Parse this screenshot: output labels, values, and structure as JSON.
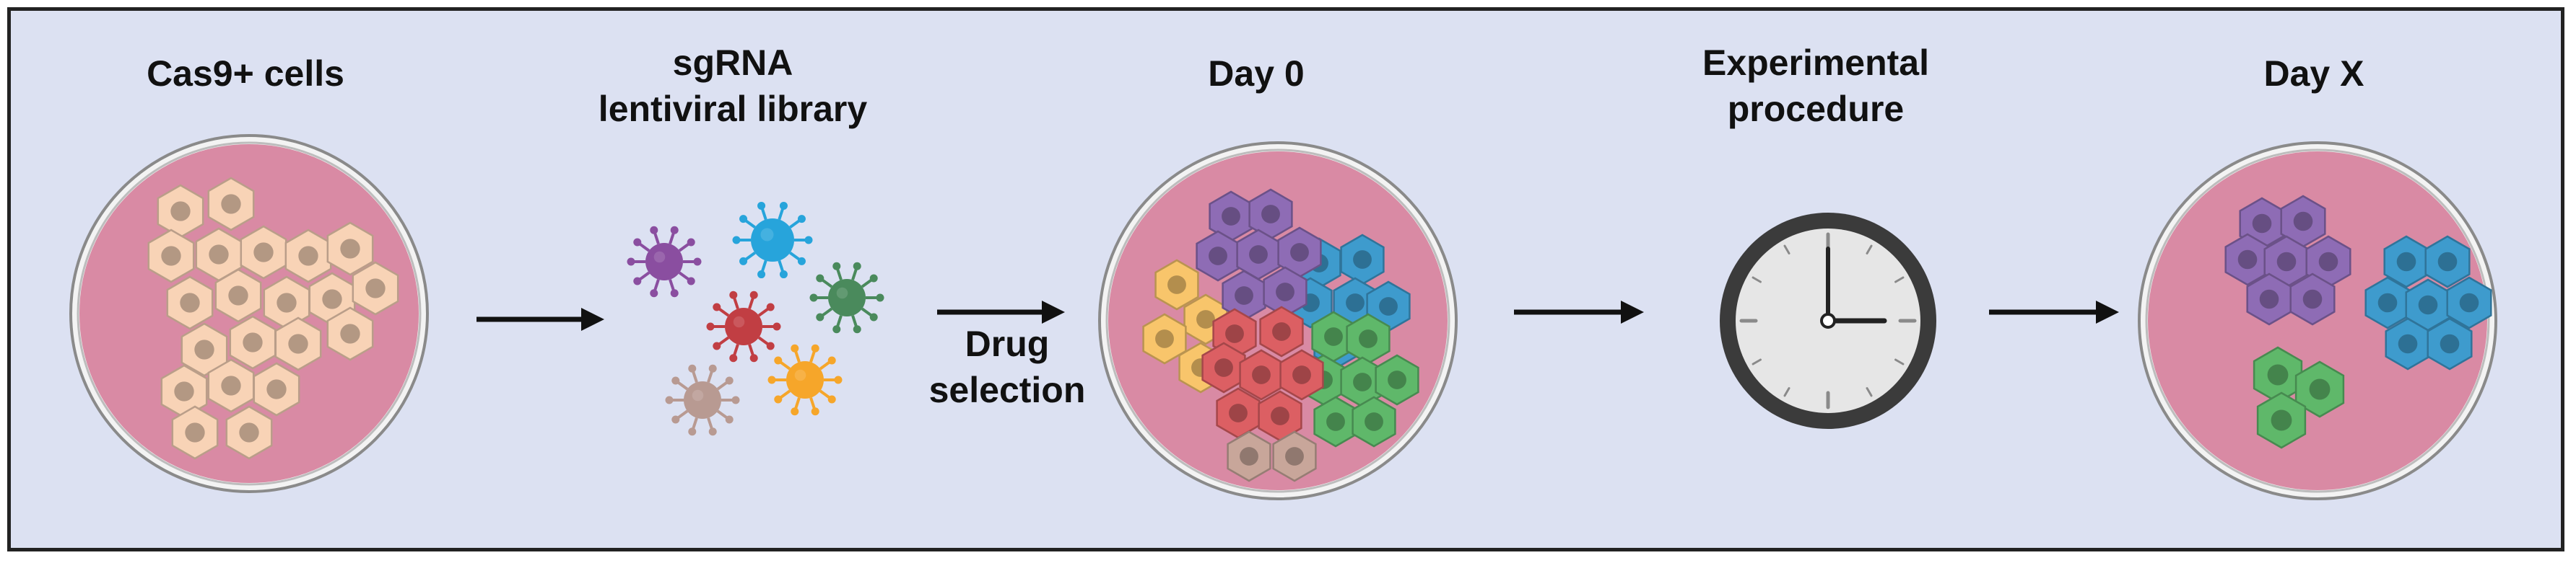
{
  "steps": {
    "cas9_cells": {
      "title": "Cas9+ cells"
    },
    "library": {
      "line1": "sgRNA",
      "line2": "lentiviral library"
    },
    "day0": {
      "title": "Day 0"
    },
    "procedure": {
      "line1": "Experimental",
      "line2": "procedure"
    },
    "dayx": {
      "title": "Day X"
    }
  },
  "transitions": {
    "drug_selection": {
      "line1": "Drug",
      "line2": "selection"
    }
  },
  "clock": {
    "hour": 3,
    "minute": 0
  },
  "colors": {
    "panel_bg": "#dce1f2",
    "dish_fill": "#d98aa4",
    "dish_rim": "#f3f3f3",
    "cell_peach": "#f8d3b6",
    "cell_purple": "#8e6cb5",
    "cell_blue": "#3e9bcd",
    "cell_yellow": "#f8c56b",
    "cell_red": "#dc5f63",
    "cell_green": "#5fb86a",
    "cell_brown": "#c8a69a",
    "virus_purple": "#8a4ea0",
    "virus_blue": "#27a4db",
    "virus_green": "#4a8a5c",
    "virus_red": "#c13e43",
    "virus_orange": "#f6a62a",
    "virus_taupe": "#b89a92",
    "arrow": "#111111",
    "clock_rim": "#3b3b3b"
  }
}
